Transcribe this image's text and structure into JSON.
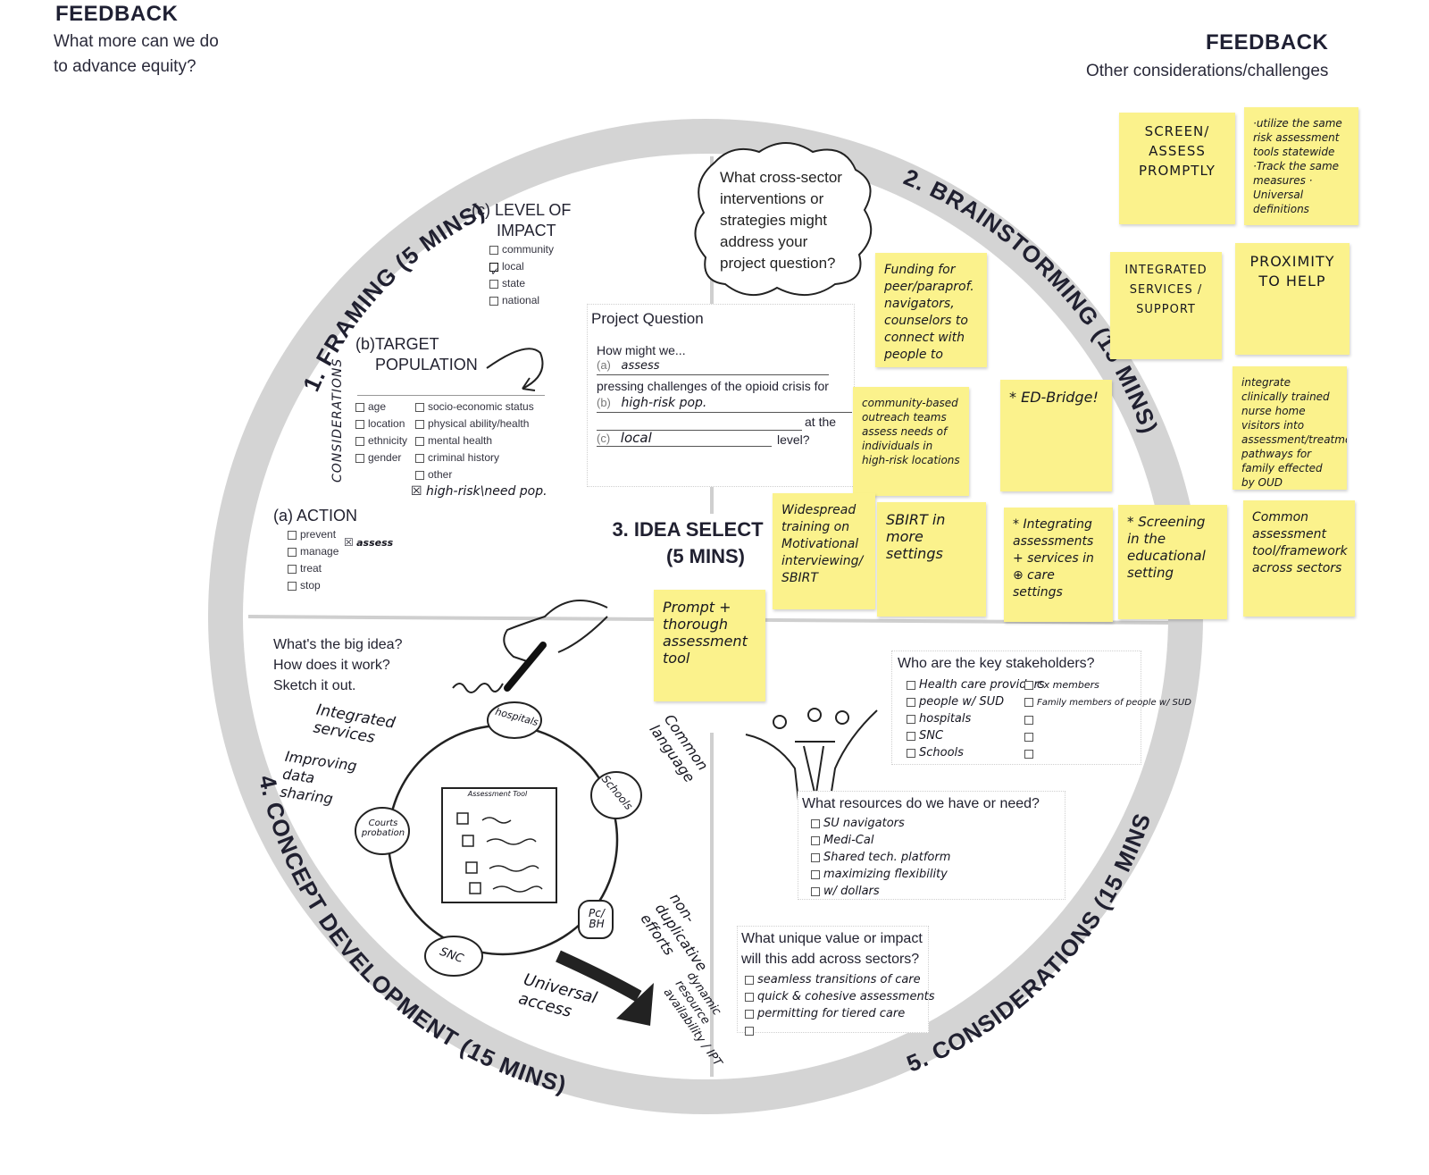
{
  "feedback_left": {
    "title": "FEEDBACK",
    "subtitle_1": "What more can we do",
    "subtitle_2": "to advance equity?"
  },
  "feedback_right": {
    "title": "FEEDBACK",
    "subtitle": "Other considerations/challenges"
  },
  "sections": {
    "framing": "1. FRAMING (5 MINS)",
    "brainstorming": "2. BRAINSTORMING (15 MINS)",
    "idea_select_1": "3. IDEA SELECT",
    "idea_select_2": "(5 MINS)",
    "concept": "4. CONCEPT DEVELOPMENT (15 MINS)",
    "considerations": "5. CONSIDERATIONS (15 MINS)"
  },
  "level_of_impact": {
    "title_1": "(c) LEVEL OF",
    "title_2": "IMPACT",
    "options": [
      "community",
      "local",
      "state",
      "national"
    ]
  },
  "target_population": {
    "title_1": "(b)TARGET",
    "title_2": "POPULATION",
    "considerations_label": "CONSIDERATIONS",
    "col1": [
      "age",
      "location",
      "ethnicity",
      "gender"
    ],
    "col2": [
      "socio-economic status",
      "physical ability/health",
      "mental health",
      "criminal history",
      "other"
    ],
    "handwritten": "high-risk\\need pop."
  },
  "action": {
    "title": "(a) ACTION",
    "options": [
      "prevent",
      "manage",
      "treat",
      "stop"
    ],
    "handwritten": "assess"
  },
  "bubble": {
    "line1": "What cross-sector",
    "line2": "interventions or",
    "line3": "strategies might",
    "line4": "address your",
    "line5": "project question?"
  },
  "project_question": {
    "title": "Project Question",
    "how": "How might we...",
    "a_label": "(a)",
    "a_value": "assess",
    "pressing": "pressing challenges of the opioid crisis for",
    "b_label": "(b)",
    "b_value": "high-risk pop.",
    "at_the": "at the",
    "c_label": "(c)",
    "c_value": "local",
    "level": "level?"
  },
  "big_idea": {
    "q1": "What's the big idea?",
    "q2": "How does it work?",
    "q3": "Sketch it out.",
    "nodes": [
      "hospitals",
      "Schools",
      "Pc/ BH",
      "SNC",
      "Courts probation"
    ],
    "tool_label": "Assessment Tool",
    "labels": [
      "Integrated services",
      "Improving data sharing",
      "Common language",
      "non-duplicative efforts",
      "Universal access",
      "dynamic resource availability / IPT"
    ]
  },
  "stakeholders": {
    "title": "Who are the key stakeholders?",
    "col1": [
      "Health care providers",
      "people w/ SUD",
      "hospitals",
      "SNC",
      "Schools"
    ],
    "col2": [
      "Cx members",
      "Family members of people w/ SUD"
    ]
  },
  "resources": {
    "title": "What resources do we have or need?",
    "items": [
      "SU navigators",
      "Medi-Cal",
      "Shared tech. platform",
      "maximizing flexibility",
      "w/ dollars"
    ]
  },
  "unique_value": {
    "title_1": "What unique value or impact",
    "title_2": "will this add across sectors?",
    "items": [
      "seamless transitions of care",
      "quick & cohesive assessments",
      "permitting for tiered care"
    ]
  },
  "notes": {
    "funding": "Funding for peer/paraprof. navigators, counselors to connect with people to assess",
    "community": "community-based outreach teams assess needs of individuals in high-risk locations",
    "ed_bridge": "* ED-Bridge!",
    "widespread": "Widespread training on Motivational interviewing/ SBIRT",
    "sbirt": "SBIRT in more settings",
    "integrating": "* Integrating assessments + services in ⊕ care settings",
    "screening": "* Screening in the educational setting",
    "prompt": "Prompt + thorough assessment tool",
    "screen": "SCREEN/ ASSESS PROMPTLY",
    "utilize": "·utilize the same risk assessment tools statewide ·Track the same measures · Universal definitions",
    "integrated": "INTEGRATED SERVICES / SUPPORT",
    "proximity": "PROXIMITY TO HELP",
    "integrate_clin": "integrate clinically trained nurse home visitors into assessment/treatment pathways for family effected by OUD",
    "common": "Common assessment tool/framework across sectors"
  },
  "colors": {
    "note": "#fbf28c",
    "ring": "#d4d4d4",
    "text": "#1d1d2b"
  }
}
